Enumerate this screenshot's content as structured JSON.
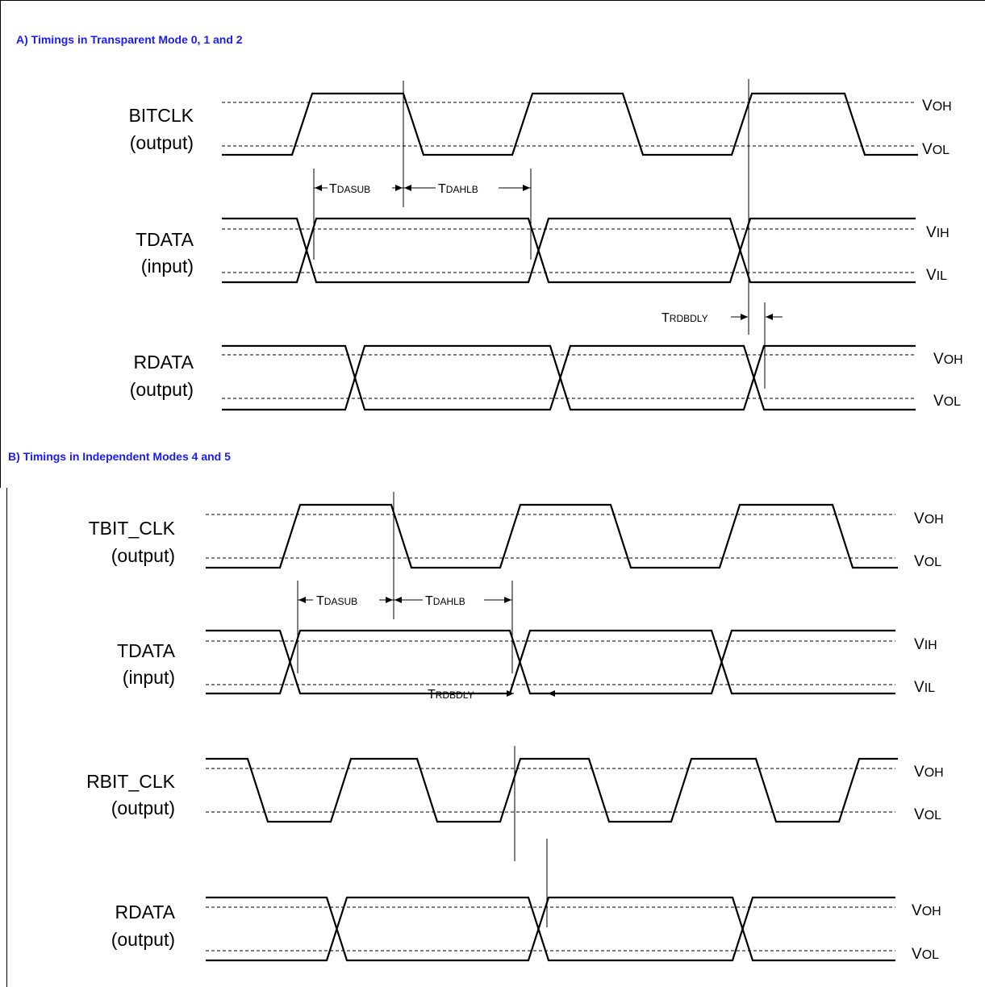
{
  "section_a": {
    "title": "A) Timings in Transparent Mode 0, 1 and 2",
    "signals": [
      {
        "name": "BITCLK",
        "dir": "(output)",
        "levels": [
          {
            "p": "V",
            "s": "OH"
          },
          {
            "p": "V",
            "s": "OL"
          }
        ]
      },
      {
        "name": "TDATA",
        "dir": "(input)",
        "levels": [
          {
            "p": "V",
            "s": "IH"
          },
          {
            "p": "V",
            "s": "IL"
          }
        ]
      },
      {
        "name": "RDATA",
        "dir": "(output)",
        "levels": [
          {
            "p": "V",
            "s": "OH"
          },
          {
            "p": "V",
            "s": "OL"
          }
        ]
      }
    ],
    "timings": [
      {
        "p": "T",
        "s": "DASUB"
      },
      {
        "p": "T",
        "s": "DAHLB"
      },
      {
        "p": "T",
        "s": "RDBDLY"
      }
    ]
  },
  "section_b": {
    "title": "B) Timings in Independent Modes 4 and 5",
    "signals": [
      {
        "name": "TBIT_CLK",
        "dir": "(output)",
        "levels": [
          {
            "p": "V",
            "s": "OH"
          },
          {
            "p": "V",
            "s": "OL"
          }
        ]
      },
      {
        "name": "TDATA",
        "dir": "(input)",
        "levels": [
          {
            "p": "V",
            "s": "IH"
          },
          {
            "p": "V",
            "s": "IL"
          }
        ]
      },
      {
        "name": "RBIT_CLK",
        "dir": "(output)",
        "levels": [
          {
            "p": "V",
            "s": "OH"
          },
          {
            "p": "V",
            "s": "OL"
          }
        ]
      },
      {
        "name": "RDATA",
        "dir": "(output)",
        "levels": [
          {
            "p": "V",
            "s": "OH"
          },
          {
            "p": "V",
            "s": "OL"
          }
        ]
      }
    ],
    "timings": [
      {
        "p": "T",
        "s": "DASUB"
      },
      {
        "p": "T",
        "s": "DAHLB"
      },
      {
        "p": "T",
        "s": "RDBDLY"
      }
    ]
  }
}
